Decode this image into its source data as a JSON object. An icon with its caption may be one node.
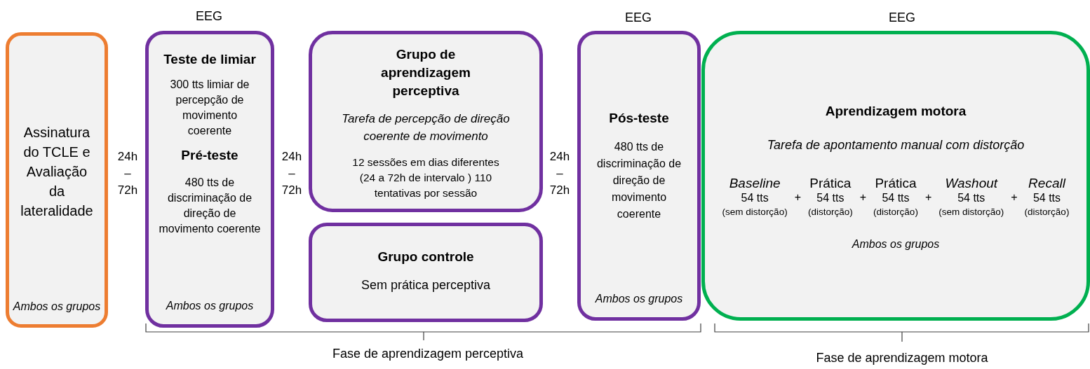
{
  "diagram": {
    "nodes": [
      {
        "text": [
          "Assinatura do TCLE e Avaliação da lateralidade",
          "Ambos os grupos"
        ]
      },
      {
        "text": [
          "Teste de limiar",
          "300 tts limiar de percepção de movimento coerente",
          "Pré-teste",
          "480 tts de discriminação de direção de movimento coerente",
          "Ambos os grupos"
        ]
      },
      {
        "text": [
          "Grupo de aprendizagem perceptiva",
          "Tarefa de percepção de direção coerente de movimento",
          "12 sessões em dias diferentes (24 a 72h de intervalo ) 110 tentativas por sessão"
        ]
      },
      {
        "text": [
          "Grupo controle",
          "Sem prática perceptiva"
        ]
      },
      {
        "text": [
          "Pós-teste",
          "480 tts de discriminação de direção de movimento coerente",
          "Ambos os grupos"
        ]
      },
      {
        "text": [
          "Aprendizagem motora",
          "Tarefa de apontamento manual com distorção",
          "*Baseline*",
          "54 tts",
          "(sem distorção)",
          "+",
          "Prática",
          "54 tts",
          "(distorção)",
          "+",
          "Prática",
          "54 tts",
          "(distorção)",
          "+",
          "*Washout*",
          "54 tts",
          "(sem distorção)",
          "+",
          "*Recall*",
          "54 tts",
          "(distorção)",
          "Ambos os grupos"
        ]
      }
    ],
    "labels": [
      "EEG",
      "EEG",
      "EEG",
      "24h – 72h",
      "24h – 72h",
      "24h – 72h",
      "Fase de aprendizagem perceptiva",
      "Fase de aprendizagem motora"
    ]
  }
}
